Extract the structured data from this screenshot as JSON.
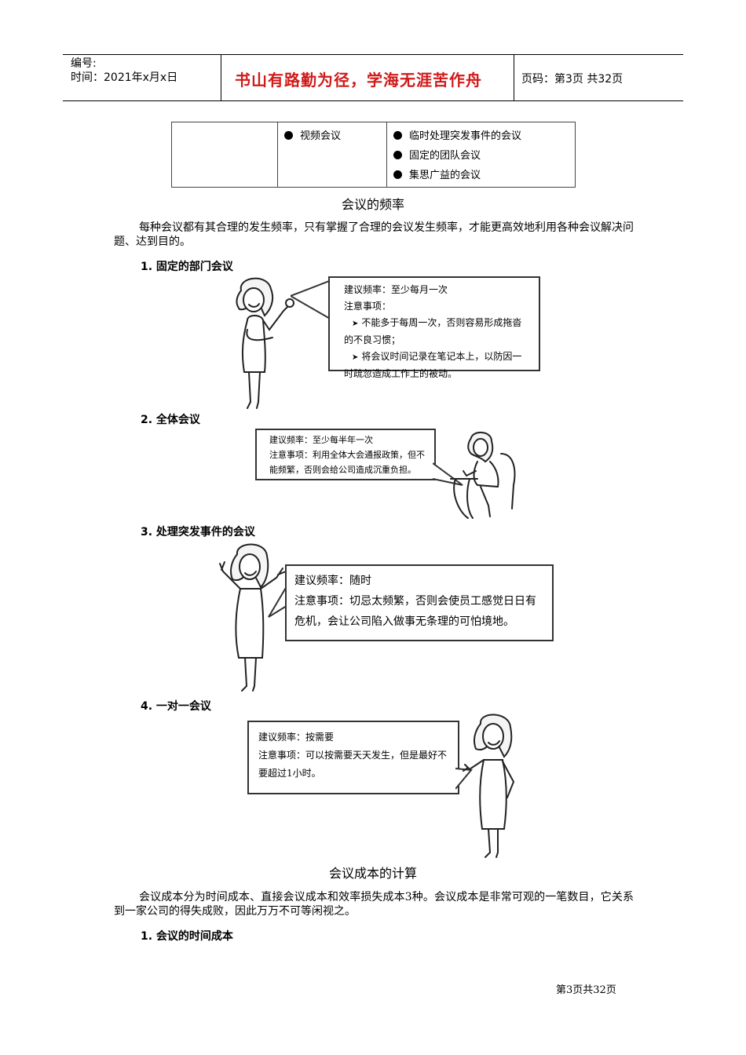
{
  "header": {
    "number_label": "编号:",
    "time_label": "时间：2021年x月x日",
    "motto": "书山有路勤为径，学海无涯苦作舟",
    "page_label": "页码：第3页 共32页"
  },
  "table": {
    "col2": [
      "视频会议"
    ],
    "col3": [
      "临时处理突发事件的会议",
      "固定的团队会议",
      "集思广益的会议"
    ]
  },
  "section_frequency": {
    "title": "会议的频率",
    "intro": "每种会议都有其合理的发生频率，只有掌握了合理的会议发生频率，才能更高效地利用各种会议解决问题、达到目的。",
    "items": [
      {
        "heading": "1. 固定的部门会议",
        "freq": "建议频率：至少每月一次",
        "note_label": "注意事项：",
        "points": [
          "不能多于每周一次，否则容易形成拖沓的不良习惯；",
          "将会议时间记录在笔记本上，以防因一时疏忽造成工作上的被动。"
        ]
      },
      {
        "heading": "2. 全体会议",
        "freq": "建议频率：至少每半年一次",
        "note": "注意事项：利用全体大会通报政策，但不能频繁，否则会给公司造成沉重负担。"
      },
      {
        "heading": "3. 处理突发事件的会议",
        "freq": "建议频率：随时",
        "note": "注意事项：切忌太频繁，否则会使员工感觉日日有危机，会让公司陷入做事无条理的可怕境地。"
      },
      {
        "heading": "4. 一对一会议",
        "freq": "建议频率：按需要",
        "note": "注意事项：可以按需要天天发生，但是最好不要超过1小时。"
      }
    ]
  },
  "section_cost": {
    "title": "会议成本的计算",
    "intro": "会议成本分为时间成本、直接会议成本和效率损失成本3种。会议成本是非常可观的一笔数目，它关系到一家公司的得失成败，因此万万不可等闲视之。",
    "sub_heading": "1. 会议的时间成本"
  },
  "footer": {
    "page": "第3页共32页"
  },
  "colors": {
    "motto": "#d01a1a",
    "border": "#333333"
  }
}
